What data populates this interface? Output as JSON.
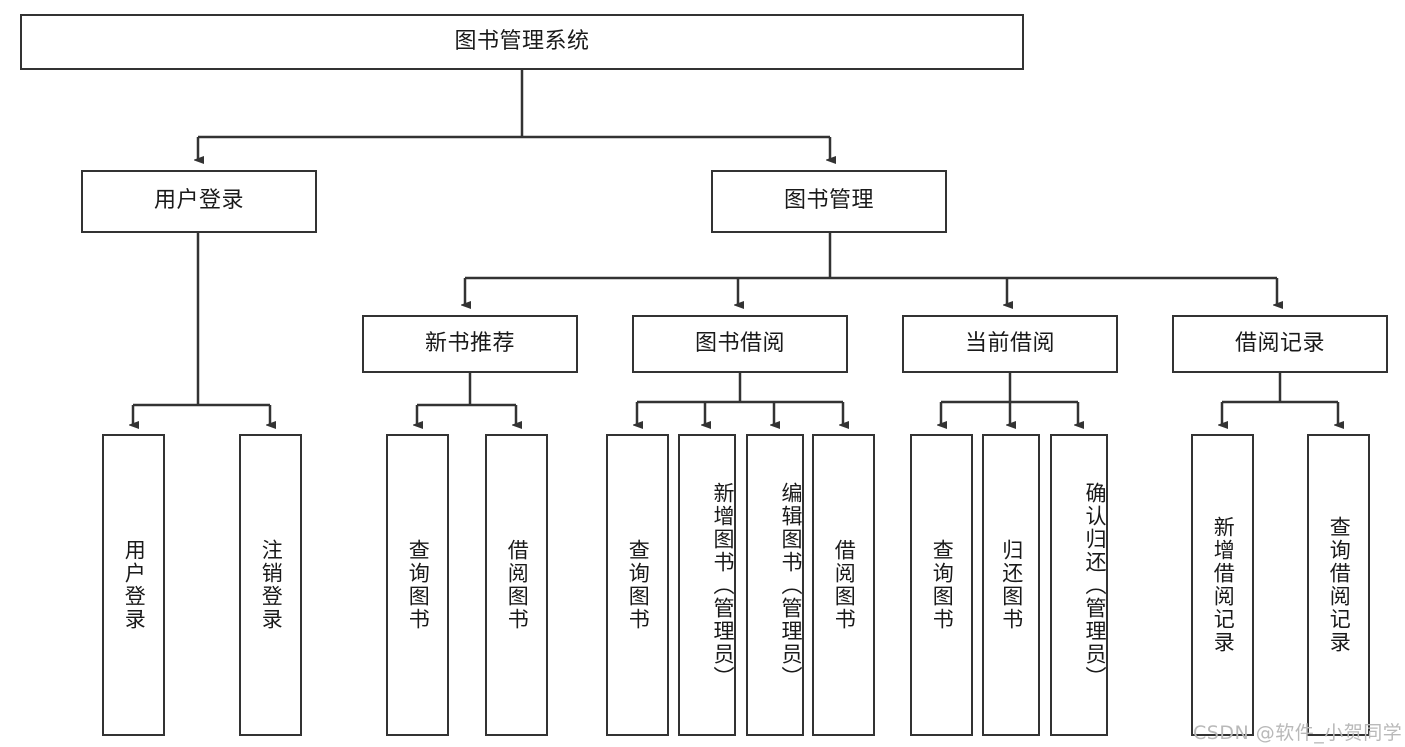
{
  "diagram": {
    "type": "tree-hierarchy",
    "title": "图书管理系统",
    "style": {
      "box_border_color": "#333333",
      "box_fill_color": "#ffffff",
      "connector_color": "#333333",
      "text_color": "#1a1a1a",
      "background": "#ffffff"
    },
    "nodes": {
      "root": {
        "label": "图书管理系统"
      },
      "level2": [
        {
          "id": "user-login",
          "label": "用户登录"
        },
        {
          "id": "book-manage",
          "label": "图书管理"
        }
      ],
      "level3": [
        {
          "id": "new-book-recommend",
          "label": "新书推荐"
        },
        {
          "id": "book-borrow",
          "label": "图书借阅"
        },
        {
          "id": "current-borrow",
          "label": "当前借阅"
        },
        {
          "id": "borrow-record",
          "label": "借阅记录"
        }
      ],
      "leaves": [
        {
          "id": "leaf-user-login",
          "label": "用户登录",
          "parent": "user-login"
        },
        {
          "id": "leaf-logout",
          "label": "注销登录",
          "parent": "user-login"
        },
        {
          "id": "leaf-query-book-1",
          "label": "查询图书",
          "parent": "new-book-recommend"
        },
        {
          "id": "leaf-borrow-book-1",
          "label": "借阅图书",
          "parent": "new-book-recommend"
        },
        {
          "id": "leaf-query-book-2",
          "label": "查询图书",
          "parent": "book-borrow"
        },
        {
          "id": "leaf-add-book",
          "label": "新增图书（管理员）",
          "parent": "book-borrow"
        },
        {
          "id": "leaf-edit-book",
          "label": "编辑图书（管理员）",
          "parent": "book-borrow"
        },
        {
          "id": "leaf-borrow-book-2",
          "label": "借阅图书",
          "parent": "book-borrow"
        },
        {
          "id": "leaf-query-book-3",
          "label": "查询图书",
          "parent": "current-borrow"
        },
        {
          "id": "leaf-return-book",
          "label": "归还图书",
          "parent": "current-borrow"
        },
        {
          "id": "leaf-confirm-return",
          "label": "确认归还（管理员）",
          "parent": "current-borrow"
        },
        {
          "id": "leaf-add-record",
          "label": "新增借阅记录",
          "parent": "borrow-record"
        },
        {
          "id": "leaf-query-record",
          "label": "查询借阅记录",
          "parent": "borrow-record"
        }
      ]
    },
    "watermark": "CSDN @软件_小贺同学"
  }
}
